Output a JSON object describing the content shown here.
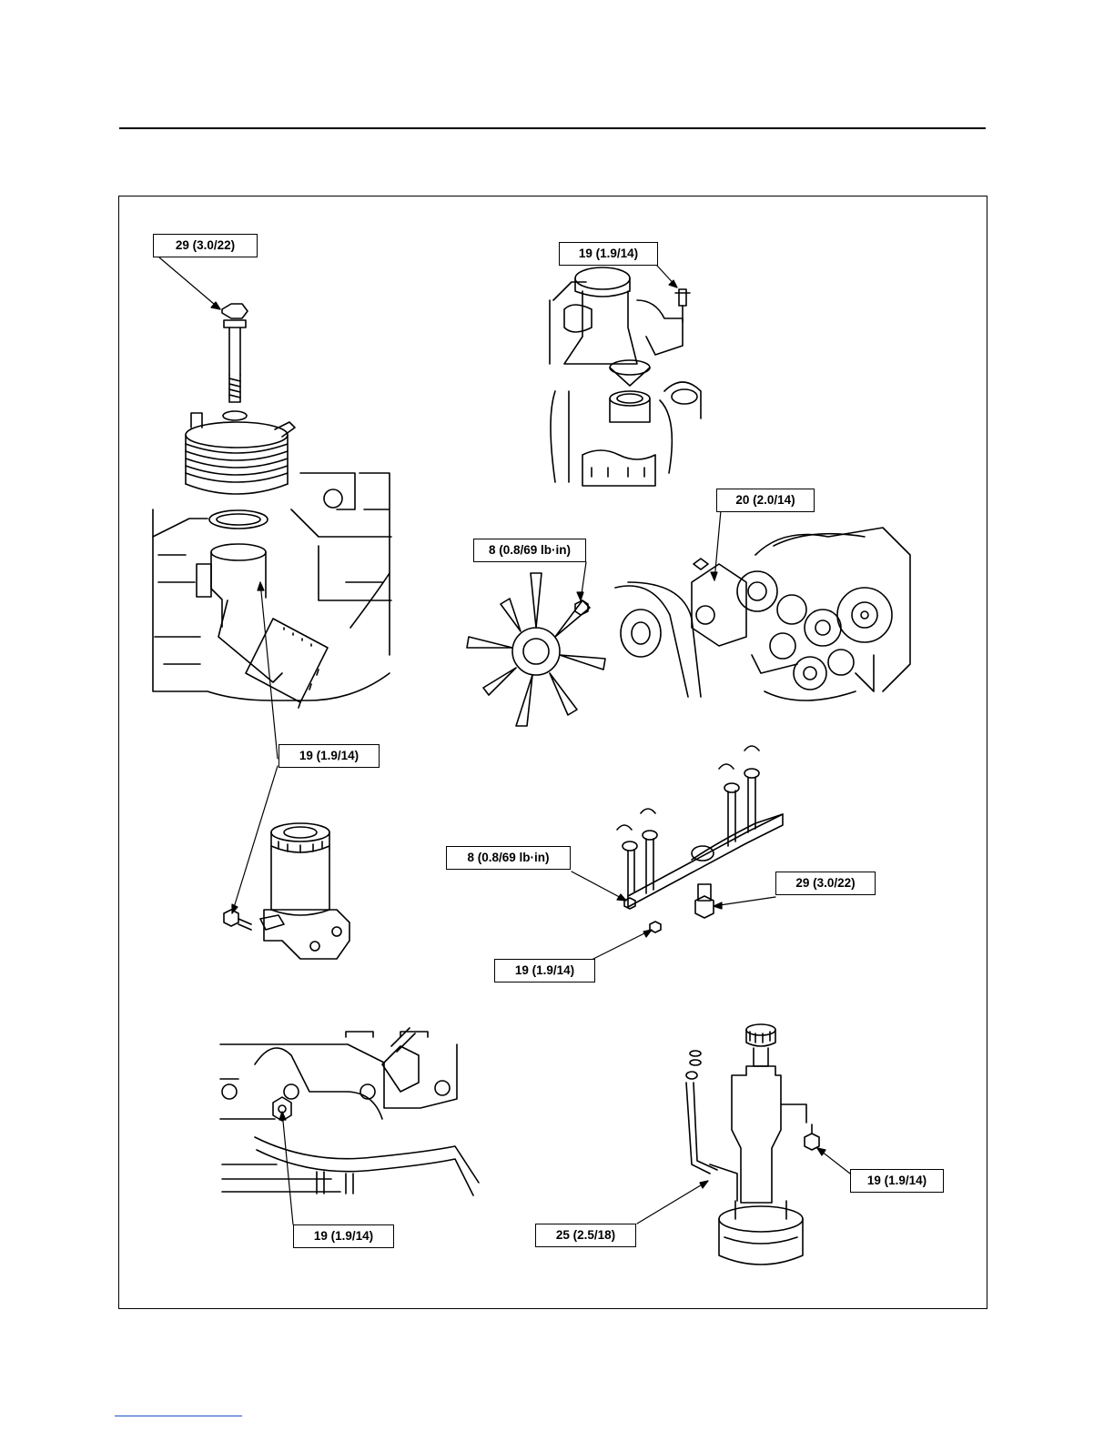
{
  "torque_labels": {
    "oil_cooler_bolt": "29 (3.0/22)",
    "thermostat_housing_bolt": "19 (1.9/14)",
    "water_pump_bolt": "20 (2.0/14)",
    "fan_nut": "8 (0.8/69 lb·in)",
    "oil_filter_bolt": "19 (1.9/14)",
    "jet_pipe_bolt_small": "8 (0.8/69 lb·in)",
    "jet_pipe_check_valve": "29 (3.0/22)",
    "jet_pipe_bolt": "19 (1.9/14)",
    "oil_pump_bolt": "19 (1.9/14)",
    "oil_strainer_bolt": "25 (2.5/18)",
    "oil_pipe_nut": "19 (1.9/14)"
  },
  "colors": {
    "line": "#000000",
    "footer_rule": "#1a56c8"
  }
}
